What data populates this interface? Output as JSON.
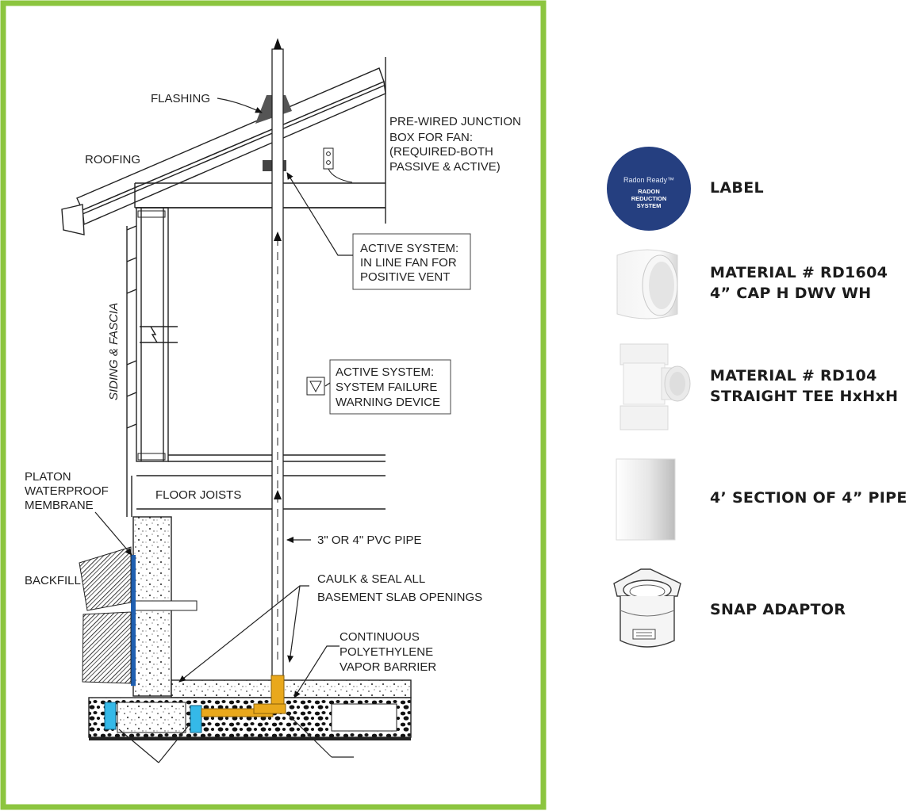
{
  "diagram": {
    "labels": {
      "flashing": "FLASHING",
      "roofing": "ROOFING",
      "junction_1": "PRE-WIRED JUNCTION",
      "junction_2": "BOX FOR FAN:",
      "junction_3": "(REQUIRED-BOTH",
      "junction_4": "PASSIVE & ACTIVE)",
      "fan_1": "ACTIVE SYSTEM:",
      "fan_2": "IN LINE FAN FOR",
      "fan_3": "POSITIVE VENT",
      "warn_1": "ACTIVE SYSTEM:",
      "warn_2": "SYSTEM FAILURE",
      "warn_3": "WARNING DEVICE",
      "siding": "SIDING & FASCIA",
      "platon_1": "PLATON",
      "platon_2": "WATERPROOF",
      "platon_3": "MEMBRANE",
      "floor_joists": "FLOOR JOISTS",
      "pvc_pipe": "3\" OR 4\" PVC PIPE",
      "backfill": "BACKFILL",
      "caulk_1": "CAULK & SEAL ALL",
      "caulk_2": "BASEMENT SLAB OPENINGS",
      "vapor_1": "CONTINUOUS",
      "vapor_2": "POLYETHYLENE",
      "vapor_3": "VAPOR BARRIER"
    },
    "colors": {
      "frame": "#8cc53f",
      "membrane": "#1f5fb0",
      "fitting": "#e9a81c",
      "drain": "#35b9e8"
    }
  },
  "parts": {
    "badge_brand": "Radon Ready™",
    "badge_line1": "RADON",
    "badge_line2": "REDUCTION",
    "badge_line3": "SYSTEM",
    "label_title": "LABEL",
    "cap_line1": "MATERIAL # RD1604",
    "cap_line2": "4” CAP H DWV WH",
    "tee_line1": "MATERIAL # RD104",
    "tee_line2": "STRAIGHT TEE HxHxH",
    "pipe_title": "4’ SECTION OF 4” PIPE",
    "adaptor_title": "SNAP ADAPTOR",
    "icons": [
      "label-badge",
      "pipe-cap",
      "straight-tee",
      "pipe-section",
      "snap-adaptor"
    ]
  }
}
